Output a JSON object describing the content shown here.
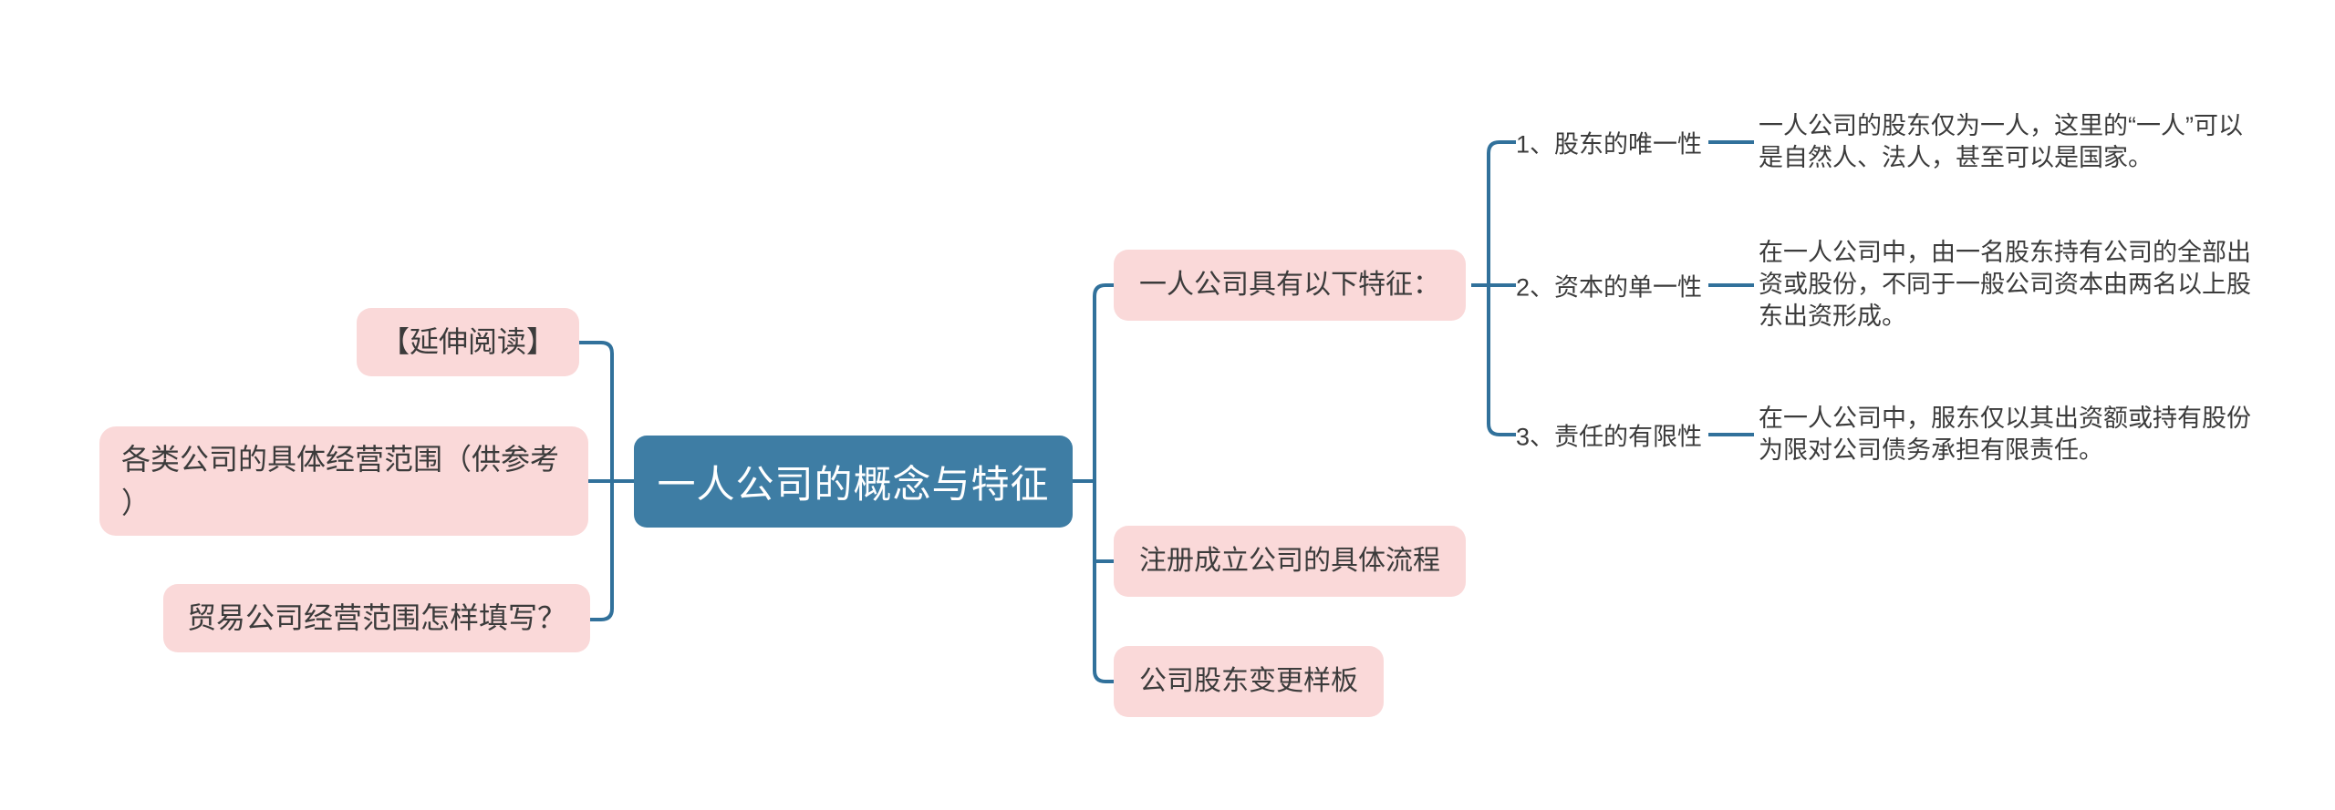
{
  "colors": {
    "background": "#FFFFFF",
    "line": "#31719B",
    "node_fill": "#3E7DA4",
    "node_text": "#FFFFFF",
    "branch_fill": "#FAD9D9",
    "text": "#3B3B3B"
  },
  "root": {
    "label": "一人公司的概念与特征"
  },
  "left_branches": [
    {
      "label": "【延伸阅读】"
    },
    {
      "label": "各类公司的具体经营范围（供参考）"
    },
    {
      "label": "贸易公司经营范围怎样填写？"
    }
  ],
  "right_branches": [
    {
      "label": "一人公司具有以下特征：",
      "children": [
        {
          "label": "1、股东的唯一性",
          "note": "一人公司的股东仅为一人，这里的“一人”可以是自然人、法人，甚至可以是国家。"
        },
        {
          "label": "2、资本的单一性",
          "note": "在一人公司中，由一名股东持有公司的全部出资或股份，不同于一般公司资本由两名以上股东出资形成。"
        },
        {
          "label": "3、责任的有限性",
          "note": "在一人公司中，服东仅以其出资额或持有股份为限对公司债务承担有限责任。"
        }
      ]
    },
    {
      "label": "注册成立公司的具体流程"
    },
    {
      "label": "公司股东变更样板"
    }
  ]
}
